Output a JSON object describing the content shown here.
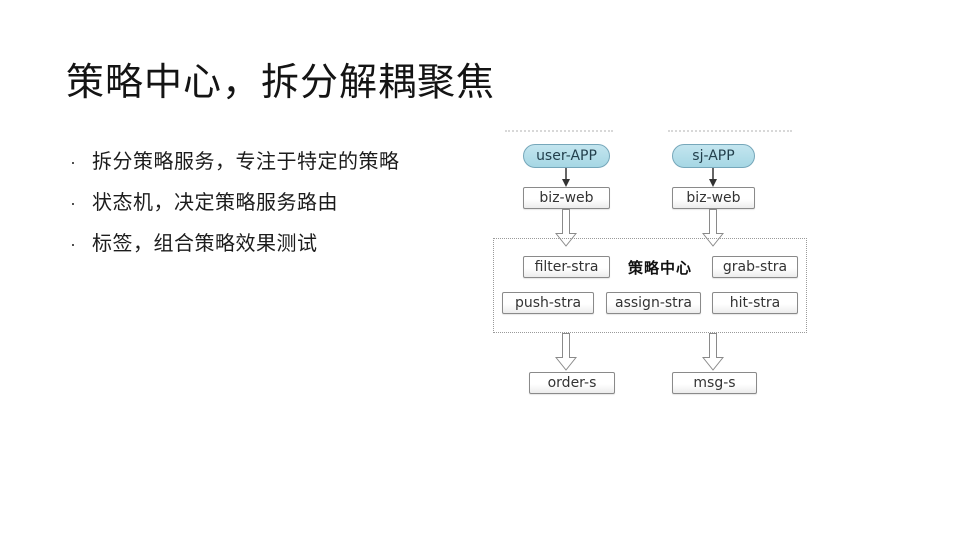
{
  "slide": {
    "title": "策略中心，拆分解耦聚焦",
    "bullet_char": "·",
    "bullets": [
      "拆分策略服务，专注于特定的策略",
      "状态机，决定策略服务路由",
      "标签，组合策略效果测试"
    ]
  },
  "diagram": {
    "app_nodes": [
      {
        "label": "user-APP"
      },
      {
        "label": "sj-APP"
      }
    ],
    "web_nodes": [
      {
        "label": "biz-web"
      },
      {
        "label": "biz-web"
      }
    ],
    "strategy_center": {
      "label": "策略中心",
      "services": [
        "filter-stra",
        "grab-stra",
        "push-stra",
        "assign-stra",
        "hit-stra"
      ]
    },
    "backend_nodes": [
      {
        "label": "order-s"
      },
      {
        "label": "msg-s"
      }
    ],
    "colors": {
      "app_fill": "#a6d7e4",
      "app_fill_light": "#c3e5ef",
      "app_border": "#76a7ba",
      "box_border": "#8a8a8a",
      "dash_border": "#9a9a9a"
    }
  }
}
